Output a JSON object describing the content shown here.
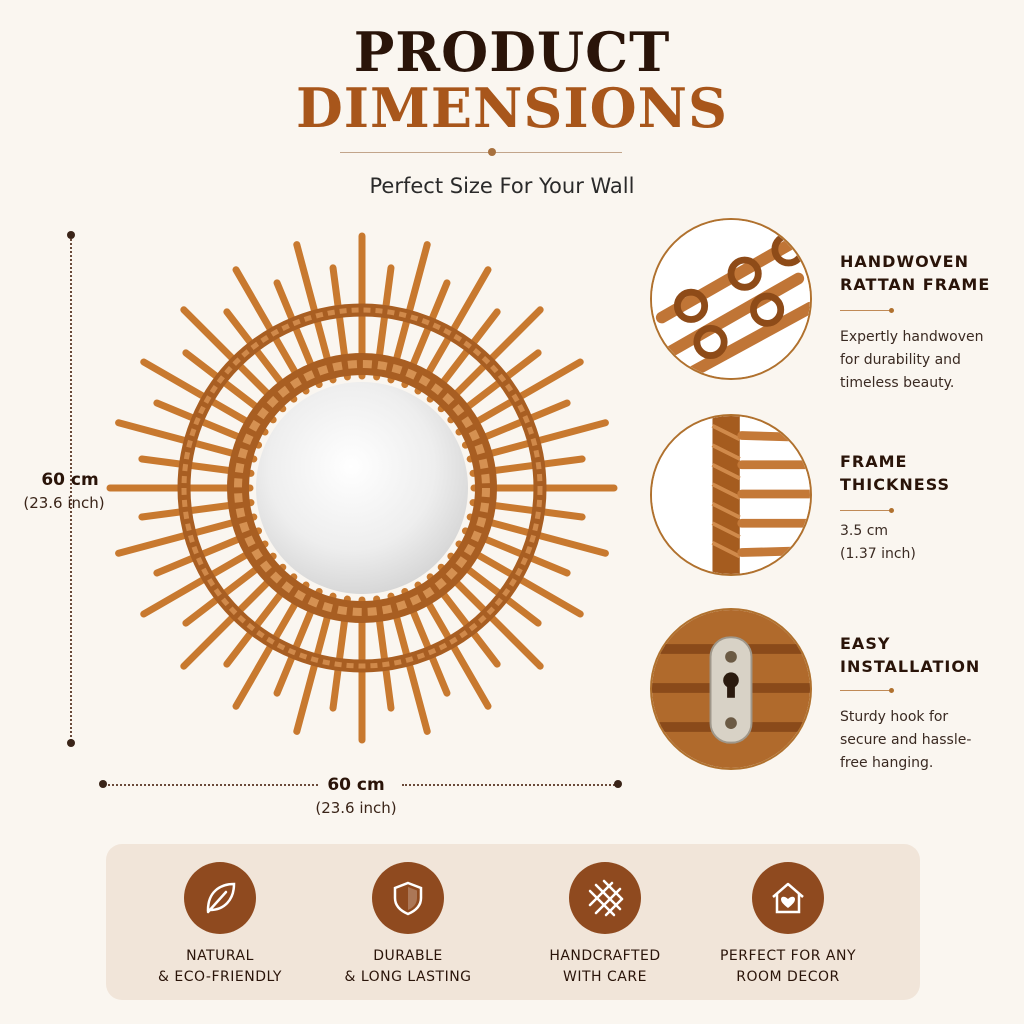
{
  "header": {
    "title_line1": "PRODUCT",
    "title_line2": "DIMENSIONS",
    "subtitle": "Perfect Size For Your Wall"
  },
  "dimensions": {
    "height": {
      "value": "60 cm",
      "sub": "(23.6 inch)"
    },
    "width": {
      "value": "60 cm",
      "sub": "(23.6 inch)"
    }
  },
  "features": [
    {
      "title_line1": "HANDWOVEN",
      "title_line2": "RATTAN FRAME",
      "desc_lines": [
        "Expertly handwoven",
        "for durability and",
        "timeless beauty."
      ]
    },
    {
      "title_line1": "FRAME",
      "title_line2": "THICKNESS",
      "desc_lines": [
        "3.5 cm",
        "(1.37 inch)"
      ]
    },
    {
      "title_line1": "EASY",
      "title_line2": "INSTALLATION",
      "desc_lines": [
        "Sturdy hook for",
        "secure and hassle-",
        "free hanging."
      ]
    }
  ],
  "benefits": [
    {
      "icon": "leaf-icon",
      "line1": "NATURAL",
      "line2": "& ECO-FRIENDLY"
    },
    {
      "icon": "shield-icon",
      "line1": "DURABLE",
      "line2": "& LONG LASTING"
    },
    {
      "icon": "weave-icon",
      "line1": "HANDCRAFTED",
      "line2": "WITH CARE"
    },
    {
      "icon": "home-heart-icon",
      "line1": "PERFECT FOR ANY",
      "line2": "ROOM DECOR"
    }
  ],
  "colors": {
    "background": "#faf6f0",
    "title_dark": "#2a1409",
    "title_accent": "#a8561b",
    "rattan": "#b8682a",
    "icon_circle": "#8f4a1f",
    "panel": "#f1e5d9"
  }
}
